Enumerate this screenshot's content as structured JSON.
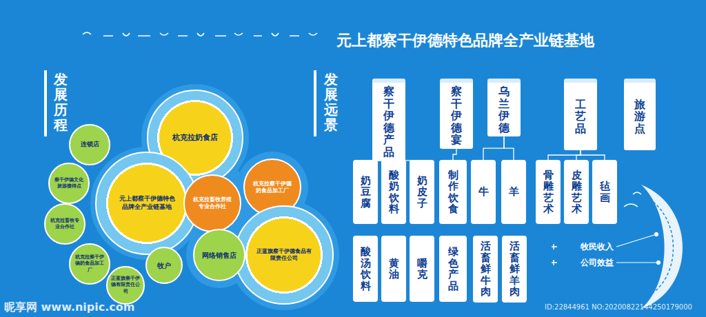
{
  "diagram": {
    "title": "元上都察干伊德特色品牌全产业链基地",
    "nodes": [
      {
        "text": [
          "杭克拉奶食店"
        ]
      },
      {
        "text": [
          "元上都察干伊德特色品牌全产业链基地"
        ]
      },
      {
        "text": [
          "杭克拉察干伊德奶食品加工厂"
        ]
      },
      {
        "text": [
          "杭克拉畜牧养殖专业合作社"
        ]
      },
      {
        "text": [
          "正蓝旗察干伊德食品有限责任公司"
        ]
      },
      {
        "text": [
          "连锁店"
        ]
      },
      {
        "text": [
          "察干伊德文化旅游接待点"
        ]
      },
      {
        "text": [
          "杭克拉畜牧专业合作社"
        ]
      },
      {
        "text": [
          "杭克拉察干伊德奶食品加工厂"
        ]
      },
      {
        "text": [
          "正蓝旗察干伊德有限责任公司"
        ]
      },
      {
        "text": [
          "牧户"
        ]
      },
      {
        "text": [
          "网络销售店"
        ]
      },
      {
        "text": [
          "察干伊德产品"
        ]
      },
      {
        "text": [
          "察干伊德宴"
        ]
      },
      {
        "text": [
          "乌兰伊德"
        ]
      },
      {
        "text": [
          "工艺品"
        ]
      },
      {
        "text": [
          "旅游点"
        ]
      },
      {
        "text": [
          "奶豆腐"
        ]
      },
      {
        "text": [
          "酸奶饮料"
        ]
      },
      {
        "text": [
          "奶皮子"
        ]
      },
      {
        "text": [
          "制作饮食"
        ]
      },
      {
        "text": [
          "牛"
        ]
      },
      {
        "text": [
          "羊"
        ]
      },
      {
        "text": [
          "骨雕艺术"
        ]
      },
      {
        "text": [
          "皮雕艺术"
        ]
      },
      {
        "text": [
          "毡画"
        ]
      },
      {
        "text": [
          "酸汤饮料"
        ]
      },
      {
        "text": [
          "黄油"
        ]
      },
      {
        "text": [
          "嚼克"
        ]
      },
      {
        "text": [
          "绿色产品"
        ]
      },
      {
        "text": [
          "活畜鲜牛肉"
        ]
      },
      {
        "text": [
          "活畜鲜羊肉"
        ]
      }
    ],
    "edges": [
      {
        "from": 12,
        "to": 17,
        "arrow": "none"
      },
      {
        "from": 12,
        "to": 18,
        "arrow": "none"
      },
      {
        "from": 12,
        "to": 19,
        "arrow": "none"
      },
      {
        "from": 13,
        "to": 20,
        "arrow": "none"
      },
      {
        "from": 14,
        "to": 21,
        "arrow": "none"
      },
      {
        "from": 14,
        "to": 22,
        "arrow": "none"
      },
      {
        "from": 15,
        "to": 23,
        "arrow": "none"
      },
      {
        "from": 15,
        "to": 24,
        "arrow": "none"
      },
      {
        "from": 15,
        "to": 25,
        "arrow": "none"
      }
    ],
    "labels": [
      "发展历程",
      "发展远景",
      "牧民收入",
      "公司效益",
      "昵享网 www.nipic.com",
      "ID:22844961 NO:20200822144250179000"
    ]
  }
}
